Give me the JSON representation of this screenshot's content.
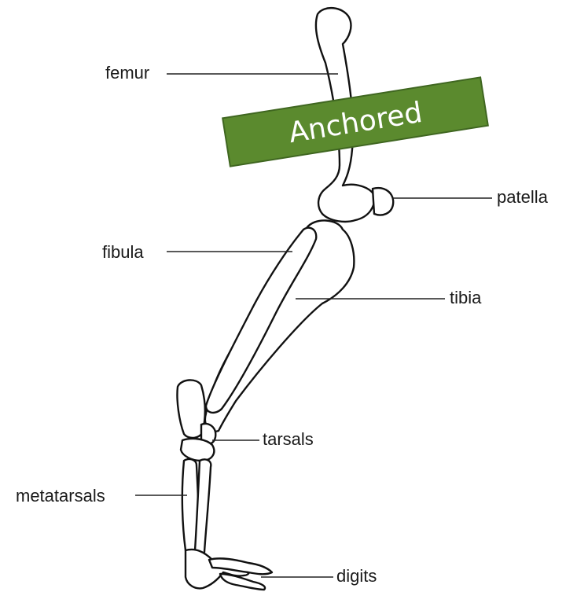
{
  "labels": {
    "femur": "femur",
    "patella": "patella",
    "fibula": "fibula",
    "tibia": "tibia",
    "tarsals": "tarsals",
    "metatarsals": "metatarsals",
    "digits": "digits"
  },
  "banner": {
    "text": "Anchored",
    "fill_color": "#5b8a2e",
    "border_color": "#3f6620"
  },
  "colors": {
    "bone_stroke": "#111111",
    "background": "#ffffff"
  }
}
